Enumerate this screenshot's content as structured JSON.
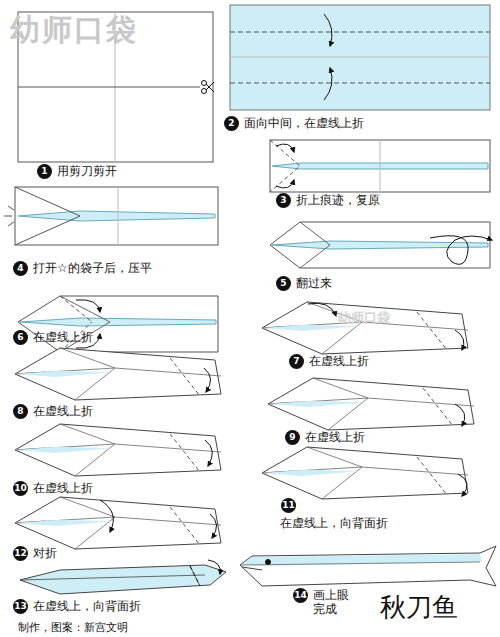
{
  "diagram": {
    "title": "秋刀鱼",
    "caption": "制作，图案：新宫文明",
    "labels": [
      "幼师口袋",
      "1",
      "用剪刀剪开",
      "2",
      "面向中间，在虚线上折",
      "3",
      "折上痕迹，复原",
      "4",
      "打开☆的袋子后，压平",
      "5",
      "翻过来",
      "6",
      "在虚线上折",
      "7",
      "在虚线上折",
      "幼师口袋",
      "8",
      "在虚线上折",
      "9",
      "在虚线上折",
      "10",
      "在虚线上折",
      "11",
      "在虚线上，向背面折",
      "12",
      "对折",
      "13",
      "在虚线上，向背面折",
      "14",
      "画上眼 完成"
    ]
  }
}
